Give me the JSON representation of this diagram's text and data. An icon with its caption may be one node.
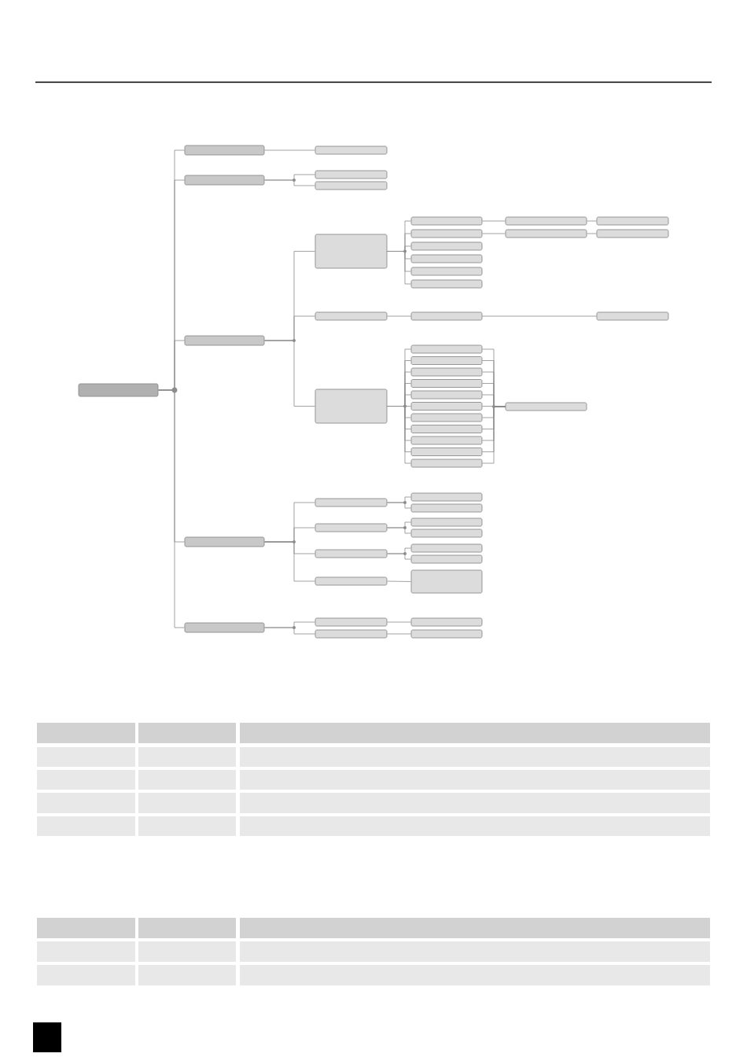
{
  "diagram": {
    "nodes": [
      {
        "text": [],
        "shape": "box"
      },
      {
        "text": [],
        "shape": "box"
      },
      {
        "text": [],
        "shape": "box"
      },
      {
        "text": [],
        "shape": "box"
      },
      {
        "text": [],
        "shape": "box"
      },
      {
        "text": [],
        "shape": "box"
      },
      {
        "text": [],
        "shape": "box"
      },
      {
        "text": [],
        "shape": "box"
      },
      {
        "text": [],
        "shape": "box"
      },
      {
        "text": [],
        "shape": "box"
      },
      {
        "text": [],
        "shape": "box"
      },
      {
        "text": [],
        "shape": "box"
      },
      {
        "text": [],
        "shape": "box"
      },
      {
        "text": [],
        "shape": "box"
      },
      {
        "text": [],
        "shape": "box"
      },
      {
        "text": [],
        "shape": "box"
      },
      {
        "text": [],
        "shape": "box"
      },
      {
        "text": [],
        "shape": "box"
      },
      {
        "text": [],
        "shape": "box"
      },
      {
        "text": [],
        "shape": "box"
      },
      {
        "text": [],
        "shape": "box"
      },
      {
        "text": [],
        "shape": "box"
      },
      {
        "text": [],
        "shape": "box"
      },
      {
        "text": [],
        "shape": "box"
      },
      {
        "text": [],
        "shape": "box"
      },
      {
        "text": [],
        "shape": "box"
      },
      {
        "text": [],
        "shape": "box"
      },
      {
        "text": [],
        "shape": "box"
      },
      {
        "text": [],
        "shape": "box"
      },
      {
        "text": [],
        "shape": "box"
      },
      {
        "text": [],
        "shape": "box"
      },
      {
        "text": [],
        "shape": "box"
      },
      {
        "text": [],
        "shape": "box"
      },
      {
        "text": [],
        "shape": "box"
      },
      {
        "text": [],
        "shape": "box"
      },
      {
        "text": [],
        "shape": "box"
      },
      {
        "text": [],
        "shape": "box"
      },
      {
        "text": [],
        "shape": "box"
      },
      {
        "text": [],
        "shape": "box"
      },
      {
        "text": [],
        "shape": "box"
      },
      {
        "text": [],
        "shape": "box"
      },
      {
        "text": [],
        "shape": "box"
      },
      {
        "text": [],
        "shape": "box"
      },
      {
        "text": [],
        "shape": "box"
      },
      {
        "text": [],
        "shape": "box"
      },
      {
        "text": [],
        "shape": "box"
      },
      {
        "text": [],
        "shape": "box"
      },
      {
        "text": [],
        "shape": "box"
      },
      {
        "text": [],
        "shape": "box"
      },
      {
        "text": [],
        "shape": "box"
      },
      {
        "text": [],
        "shape": "box"
      }
    ],
    "edges": [
      {
        "from": 0,
        "to": 1,
        "arrow": "none"
      },
      {
        "from": 0,
        "to": 2,
        "arrow": "none"
      },
      {
        "from": 0,
        "to": 3,
        "arrow": "none"
      },
      {
        "from": 0,
        "to": 4,
        "arrow": "none"
      },
      {
        "from": 0,
        "to": 5,
        "arrow": "none"
      },
      {
        "from": 1,
        "to": 6,
        "arrow": "none"
      },
      {
        "from": 2,
        "to": 7,
        "arrow": "none"
      },
      {
        "from": 2,
        "to": 8,
        "arrow": "none"
      },
      {
        "from": 3,
        "to": 9,
        "arrow": "none"
      },
      {
        "from": 3,
        "to": 10,
        "arrow": "none"
      },
      {
        "from": 3,
        "to": 11,
        "arrow": "none"
      },
      {
        "from": 9,
        "to": 12,
        "arrow": "none"
      },
      {
        "from": 9,
        "to": 13,
        "arrow": "none"
      },
      {
        "from": 9,
        "to": 14,
        "arrow": "none"
      },
      {
        "from": 9,
        "to": 15,
        "arrow": "none"
      },
      {
        "from": 9,
        "to": 16,
        "arrow": "none"
      },
      {
        "from": 9,
        "to": 17,
        "arrow": "none"
      },
      {
        "from": 12,
        "to": 18,
        "arrow": "none"
      },
      {
        "from": 18,
        "to": 19,
        "arrow": "none"
      },
      {
        "from": 13,
        "to": 20,
        "arrow": "none"
      },
      {
        "from": 20,
        "to": 21,
        "arrow": "none"
      },
      {
        "from": 10,
        "to": 22,
        "arrow": "none"
      },
      {
        "from": 22,
        "to": 23,
        "arrow": "none"
      },
      {
        "from": 11,
        "to": 24,
        "arrow": "none"
      },
      {
        "from": 11,
        "to": 25,
        "arrow": "none"
      },
      {
        "from": 11,
        "to": 26,
        "arrow": "none"
      },
      {
        "from": 11,
        "to": 27,
        "arrow": "none"
      },
      {
        "from": 11,
        "to": 28,
        "arrow": "none"
      },
      {
        "from": 11,
        "to": 29,
        "arrow": "none"
      },
      {
        "from": 11,
        "to": 30,
        "arrow": "none"
      },
      {
        "from": 11,
        "to": 31,
        "arrow": "none"
      },
      {
        "from": 11,
        "to": 32,
        "arrow": "none"
      },
      {
        "from": 11,
        "to": 33,
        "arrow": "none"
      },
      {
        "from": 11,
        "to": 34,
        "arrow": "none"
      },
      {
        "from": 24,
        "to": 35,
        "arrow": "none"
      },
      {
        "from": 25,
        "to": 35,
        "arrow": "none"
      },
      {
        "from": 26,
        "to": 35,
        "arrow": "none"
      },
      {
        "from": 27,
        "to": 35,
        "arrow": "none"
      },
      {
        "from": 28,
        "to": 35,
        "arrow": "none"
      },
      {
        "from": 29,
        "to": 35,
        "arrow": "none"
      },
      {
        "from": 30,
        "to": 35,
        "arrow": "none"
      },
      {
        "from": 31,
        "to": 35,
        "arrow": "none"
      },
      {
        "from": 32,
        "to": 35,
        "arrow": "none"
      },
      {
        "from": 33,
        "to": 35,
        "arrow": "none"
      },
      {
        "from": 34,
        "to": 35,
        "arrow": "none"
      },
      {
        "from": 4,
        "to": 36,
        "arrow": "none"
      },
      {
        "from": 4,
        "to": 37,
        "arrow": "none"
      },
      {
        "from": 4,
        "to": 38,
        "arrow": "none"
      },
      {
        "from": 4,
        "to": 39,
        "arrow": "none"
      },
      {
        "from": 36,
        "to": 40,
        "arrow": "none"
      },
      {
        "from": 36,
        "to": 41,
        "arrow": "none"
      },
      {
        "from": 37,
        "to": 42,
        "arrow": "none"
      },
      {
        "from": 37,
        "to": 43,
        "arrow": "none"
      },
      {
        "from": 38,
        "to": 44,
        "arrow": "none"
      },
      {
        "from": 38,
        "to": 45,
        "arrow": "none"
      },
      {
        "from": 39,
        "to": 46,
        "arrow": "none"
      },
      {
        "from": 5,
        "to": 47,
        "arrow": "none"
      },
      {
        "from": 5,
        "to": 48,
        "arrow": "none"
      },
      {
        "from": 47,
        "to": 49,
        "arrow": "none"
      },
      {
        "from": 48,
        "to": 50,
        "arrow": "none"
      }
    ]
  }
}
